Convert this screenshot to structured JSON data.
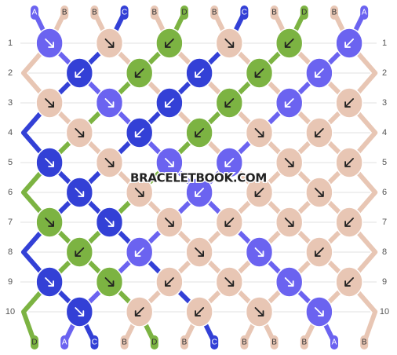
{
  "pattern": {
    "strands": [
      "A",
      "B",
      "B",
      "C",
      "B",
      "D",
      "B",
      "C",
      "B",
      "D",
      "B",
      "A"
    ],
    "rows": [
      "1",
      "2",
      "3",
      "4",
      "5",
      "6",
      "7",
      "8",
      "9",
      "10"
    ],
    "colors": {
      "A": "#6b63f0",
      "B": "#e8c6b4",
      "C": "#3340d6",
      "D": "#7cb342"
    },
    "knots": [
      [
        "f",
        "f",
        "b",
        "f",
        "b",
        "b"
      ],
      [
        "b",
        "b",
        "b",
        "b",
        "b"
      ],
      [
        "f",
        "f",
        "b",
        "b",
        "b",
        "b"
      ],
      [
        "f",
        "b",
        "b",
        "f",
        "b"
      ],
      [
        "f",
        "f",
        "f",
        "b",
        "f",
        "b"
      ],
      [
        "f",
        "f",
        "b",
        "b",
        "f"
      ],
      [
        "f",
        "f",
        "f",
        "b",
        "f",
        "b"
      ],
      [
        "b",
        "b",
        "f",
        "f",
        "b"
      ],
      [
        "f",
        "f",
        "b",
        "f",
        "f",
        "b"
      ],
      [
        "f",
        "b",
        "b",
        "f",
        "f"
      ]
    ]
  },
  "watermark": "BRACELETBOOK.COM"
}
